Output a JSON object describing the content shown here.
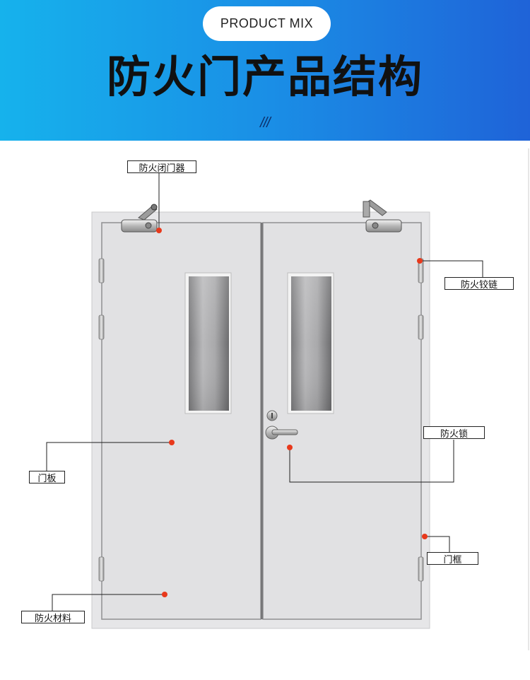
{
  "header": {
    "pill": "PRODUCT MIX",
    "title": "防火门产品结构",
    "divider": "///"
  },
  "labels": {
    "closer": "防火闭门器",
    "hinge": "防火铰链",
    "lock": "防火锁",
    "panel": "门板",
    "frame": "门框",
    "material": "防火材料"
  },
  "colors": {
    "header_start": "#16b2ec",
    "header_end": "#1f63d8",
    "callout_dot": "#e8391c",
    "door_body": "#e2e2e4"
  }
}
